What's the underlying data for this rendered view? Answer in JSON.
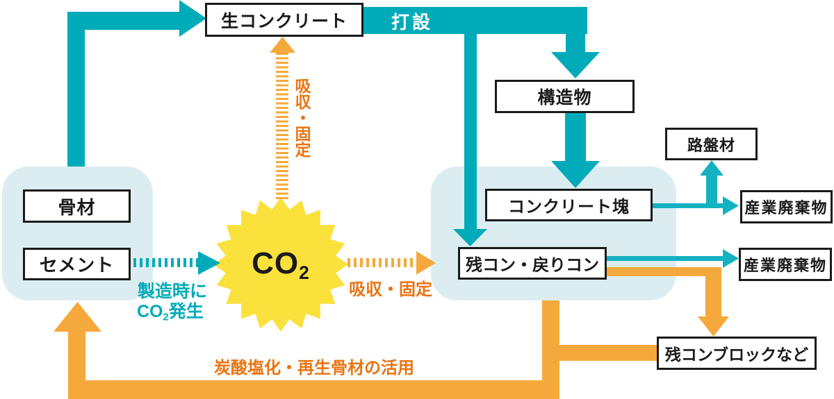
{
  "colors": {
    "teal": "#00ABB9",
    "teal_thin": "#14B1C1",
    "orange": "#F5A93C",
    "orange_text": "#EB7310",
    "yellow": "#FAE13B",
    "group_bg": "#DCEDF1",
    "ink": "#1A1A1A"
  },
  "nodes": {
    "fresh_concrete": "生コンクリート",
    "structure": "構造物",
    "aggregate": "骨材",
    "cement": "セメント",
    "roadbed_material": "路盤材",
    "concrete_lump": "コンクリート塊",
    "industrial_waste_1": "産業廃棄物",
    "industrial_waste_2": "産業廃棄物",
    "residual_returned_concrete": "残コン・戻りコン",
    "residual_concrete_blocks": "残コンブロックなど"
  },
  "labels": {
    "pouring": "打設",
    "absorb_fix_vertical": "吸収・固定",
    "absorb_fix": "吸収・固定",
    "manufacture_line1": "製造時に",
    "co2_generated": {
      "pre": "CO",
      "sub": "2",
      "post": "発生"
    },
    "carbonation": "炭酸塩化・再生骨材の活用",
    "co2_symbol": {
      "base": "CO",
      "sub": "2"
    }
  }
}
